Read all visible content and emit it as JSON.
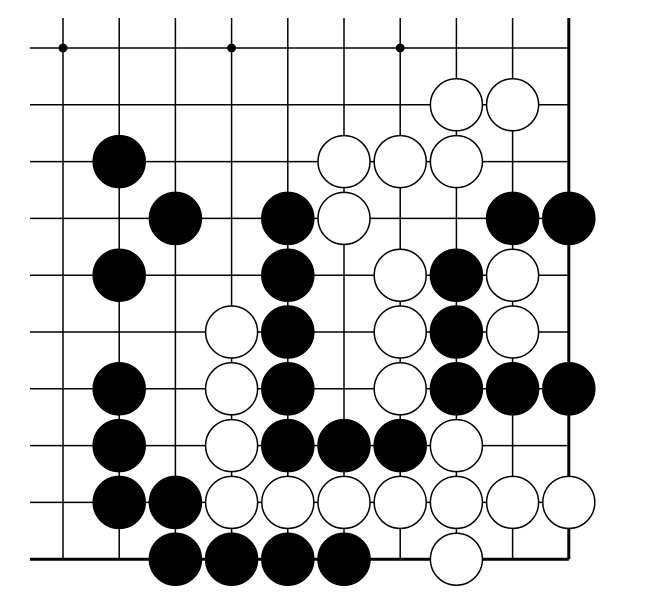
{
  "board": {
    "colors": {
      "background": "#ffffff",
      "line": "#000000",
      "black_stone": "#000000",
      "white_stone": "#ffffff"
    },
    "columns": 10,
    "rows": 10,
    "edges": [
      "right",
      "bottom"
    ],
    "star_points": [
      [
        0,
        0
      ],
      [
        3,
        0
      ],
      [
        6,
        0
      ]
    ],
    "stones": {
      "black": [
        [
          1,
          2
        ],
        [
          2,
          3
        ],
        [
          4,
          3
        ],
        [
          8,
          3
        ],
        [
          9,
          3
        ],
        [
          1,
          4
        ],
        [
          4,
          4
        ],
        [
          7,
          4
        ],
        [
          4,
          5
        ],
        [
          7,
          5
        ],
        [
          1,
          6
        ],
        [
          4,
          6
        ],
        [
          7,
          6
        ],
        [
          8,
          6
        ],
        [
          9,
          6
        ],
        [
          1,
          7
        ],
        [
          4,
          7
        ],
        [
          5,
          7
        ],
        [
          6,
          7
        ],
        [
          1,
          8
        ],
        [
          2,
          8
        ],
        [
          2,
          9
        ],
        [
          3,
          9
        ],
        [
          4,
          9
        ],
        [
          5,
          9
        ]
      ],
      "white": [
        [
          7,
          1
        ],
        [
          8,
          1
        ],
        [
          5,
          2
        ],
        [
          6,
          2
        ],
        [
          7,
          2
        ],
        [
          5,
          3
        ],
        [
          6,
          4
        ],
        [
          8,
          4
        ],
        [
          3,
          5
        ],
        [
          6,
          5
        ],
        [
          8,
          5
        ],
        [
          3,
          6
        ],
        [
          6,
          6
        ],
        [
          3,
          7
        ],
        [
          7,
          7
        ],
        [
          3,
          8
        ],
        [
          4,
          8
        ],
        [
          5,
          8
        ],
        [
          6,
          8
        ],
        [
          7,
          8
        ],
        [
          8,
          8
        ],
        [
          9,
          8
        ],
        [
          7,
          9
        ]
      ]
    }
  }
}
